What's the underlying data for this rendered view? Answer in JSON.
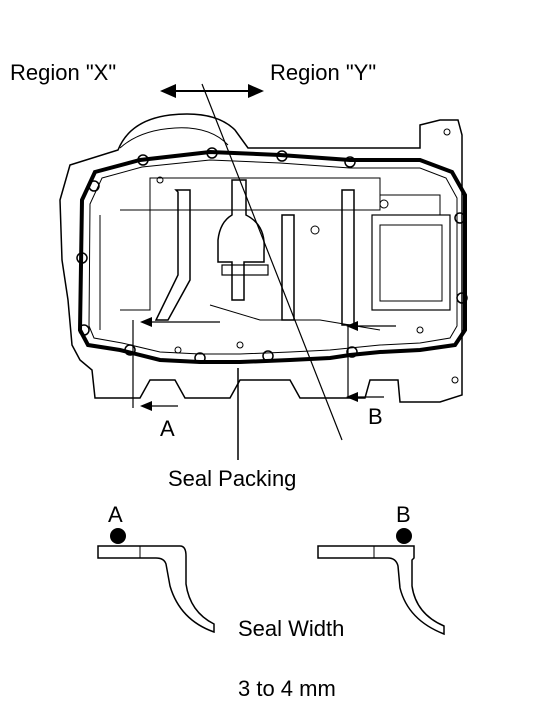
{
  "labels": {
    "region_x": "Region \"X\"",
    "region_y": "Region \"Y\"",
    "point_a": "A",
    "point_b": "B",
    "seal_packing": "Seal Packing",
    "detail_a": "A",
    "detail_b": "B",
    "seal_width": "Seal Width",
    "seal_width_value": "3 to 4 mm"
  },
  "colors": {
    "line": "#000000",
    "background": "#ffffff"
  }
}
